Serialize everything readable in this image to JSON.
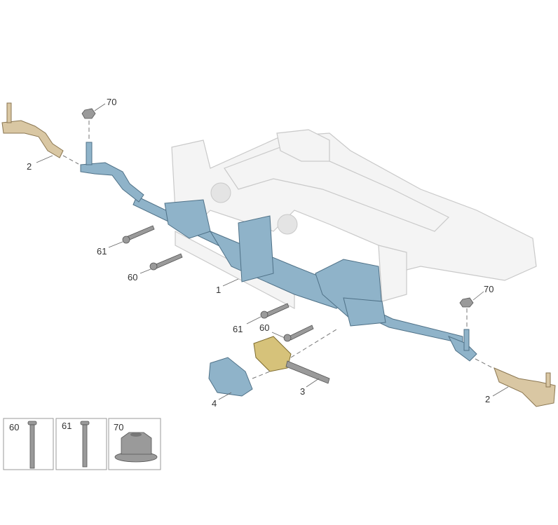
{
  "callouts": {
    "nut_top_left": "70",
    "tie_rod_end_left": "2",
    "bolt_61_left": "61",
    "bolt_60_left": "60",
    "steering_gear": "1",
    "nut_right": "70",
    "bolt_61_right": "61",
    "bolt_60_right": "60",
    "inner_tie_rod": "3",
    "boot": "4",
    "tie_rod_end_right": "2"
  },
  "legend": [
    {
      "label": "60",
      "part": "bolt"
    },
    {
      "label": "61",
      "part": "bolt"
    },
    {
      "label": "70",
      "part": "flange-nut"
    }
  ],
  "colors": {
    "rack": "#8fb3c9",
    "tie_rod_end": "#d9c7a3",
    "subframe": "#f4f4f4"
  }
}
